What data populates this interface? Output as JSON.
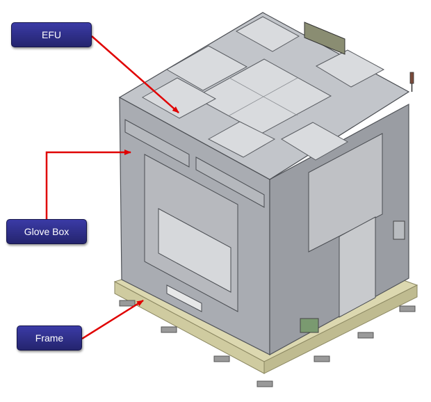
{
  "labels": {
    "efu": "EFU",
    "glove_box": "Glove Box",
    "frame": "Frame"
  },
  "colors": {
    "callout_fill": "#2e2e8c",
    "callout_text": "#ffffff",
    "arrow": "#e00000",
    "frame_base": "#d8d4a8"
  },
  "icons": [
    "light-tower-icon",
    "control-panel-icon",
    "filter-unit-icon"
  ]
}
